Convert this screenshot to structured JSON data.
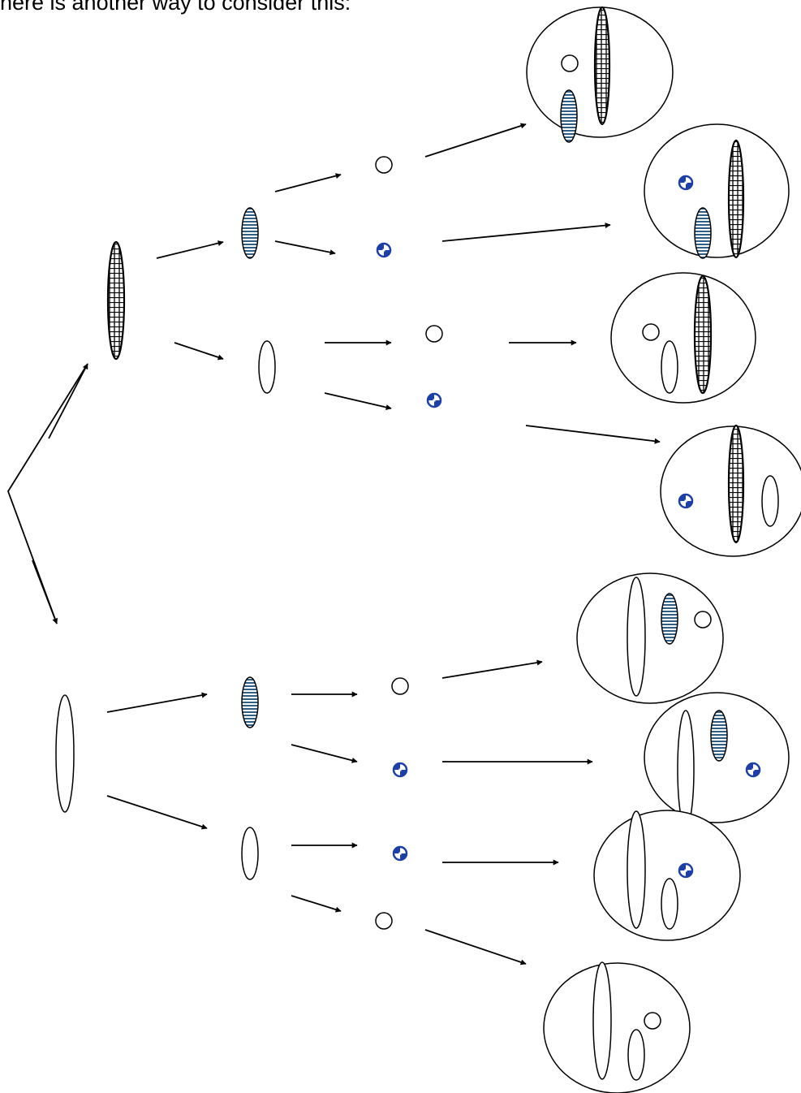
{
  "header": {
    "text": "here is another way to consider this:"
  },
  "colors": {
    "stroke": "#000000",
    "blue_fill": "#2f5f87",
    "dot_blue": "#1d3fa8",
    "background": "#ffffff"
  },
  "legend_shapes": {
    "grid-chromosome": "tall ellipse with grid hatch",
    "striped-chromosome": "small ellipse with horizontal blue stripes",
    "plain-chromosome": "plain outlined ellipse",
    "plain-dot": "small empty circle",
    "blue-dot": "small blue checkered circle"
  }
}
